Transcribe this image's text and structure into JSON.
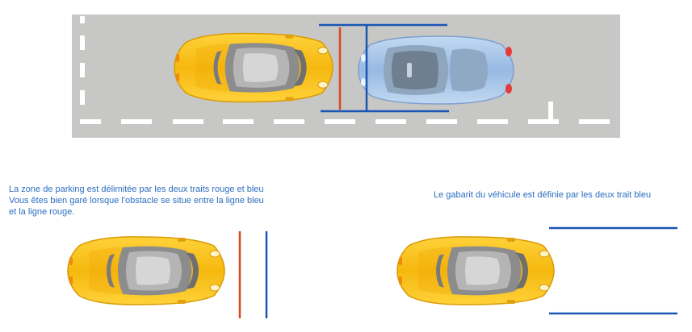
{
  "captions": {
    "parking_zone": [
      "La zone de parking est délimitée par les deux traits rouge et bleu",
      "Vous êtes bien garé lorsque l'obstacle se situe entre la ligne bleu",
      "et la ligne rouge."
    ],
    "vehicle_gauge": "Le gabarit du véhicule est définie par les deux trait bleu"
  },
  "colors": {
    "road": "#c7c7c5",
    "road_marking": "#ffffff",
    "red_line": "#d9481e",
    "blue_line": "#1a56b5",
    "caption_text": "#2a6ebf",
    "car_yellow": "#f7c51a",
    "car_obstacle": "#a9c8ea"
  },
  "icons": [
    "yellow-car-icon",
    "blue-car-icon"
  ]
}
